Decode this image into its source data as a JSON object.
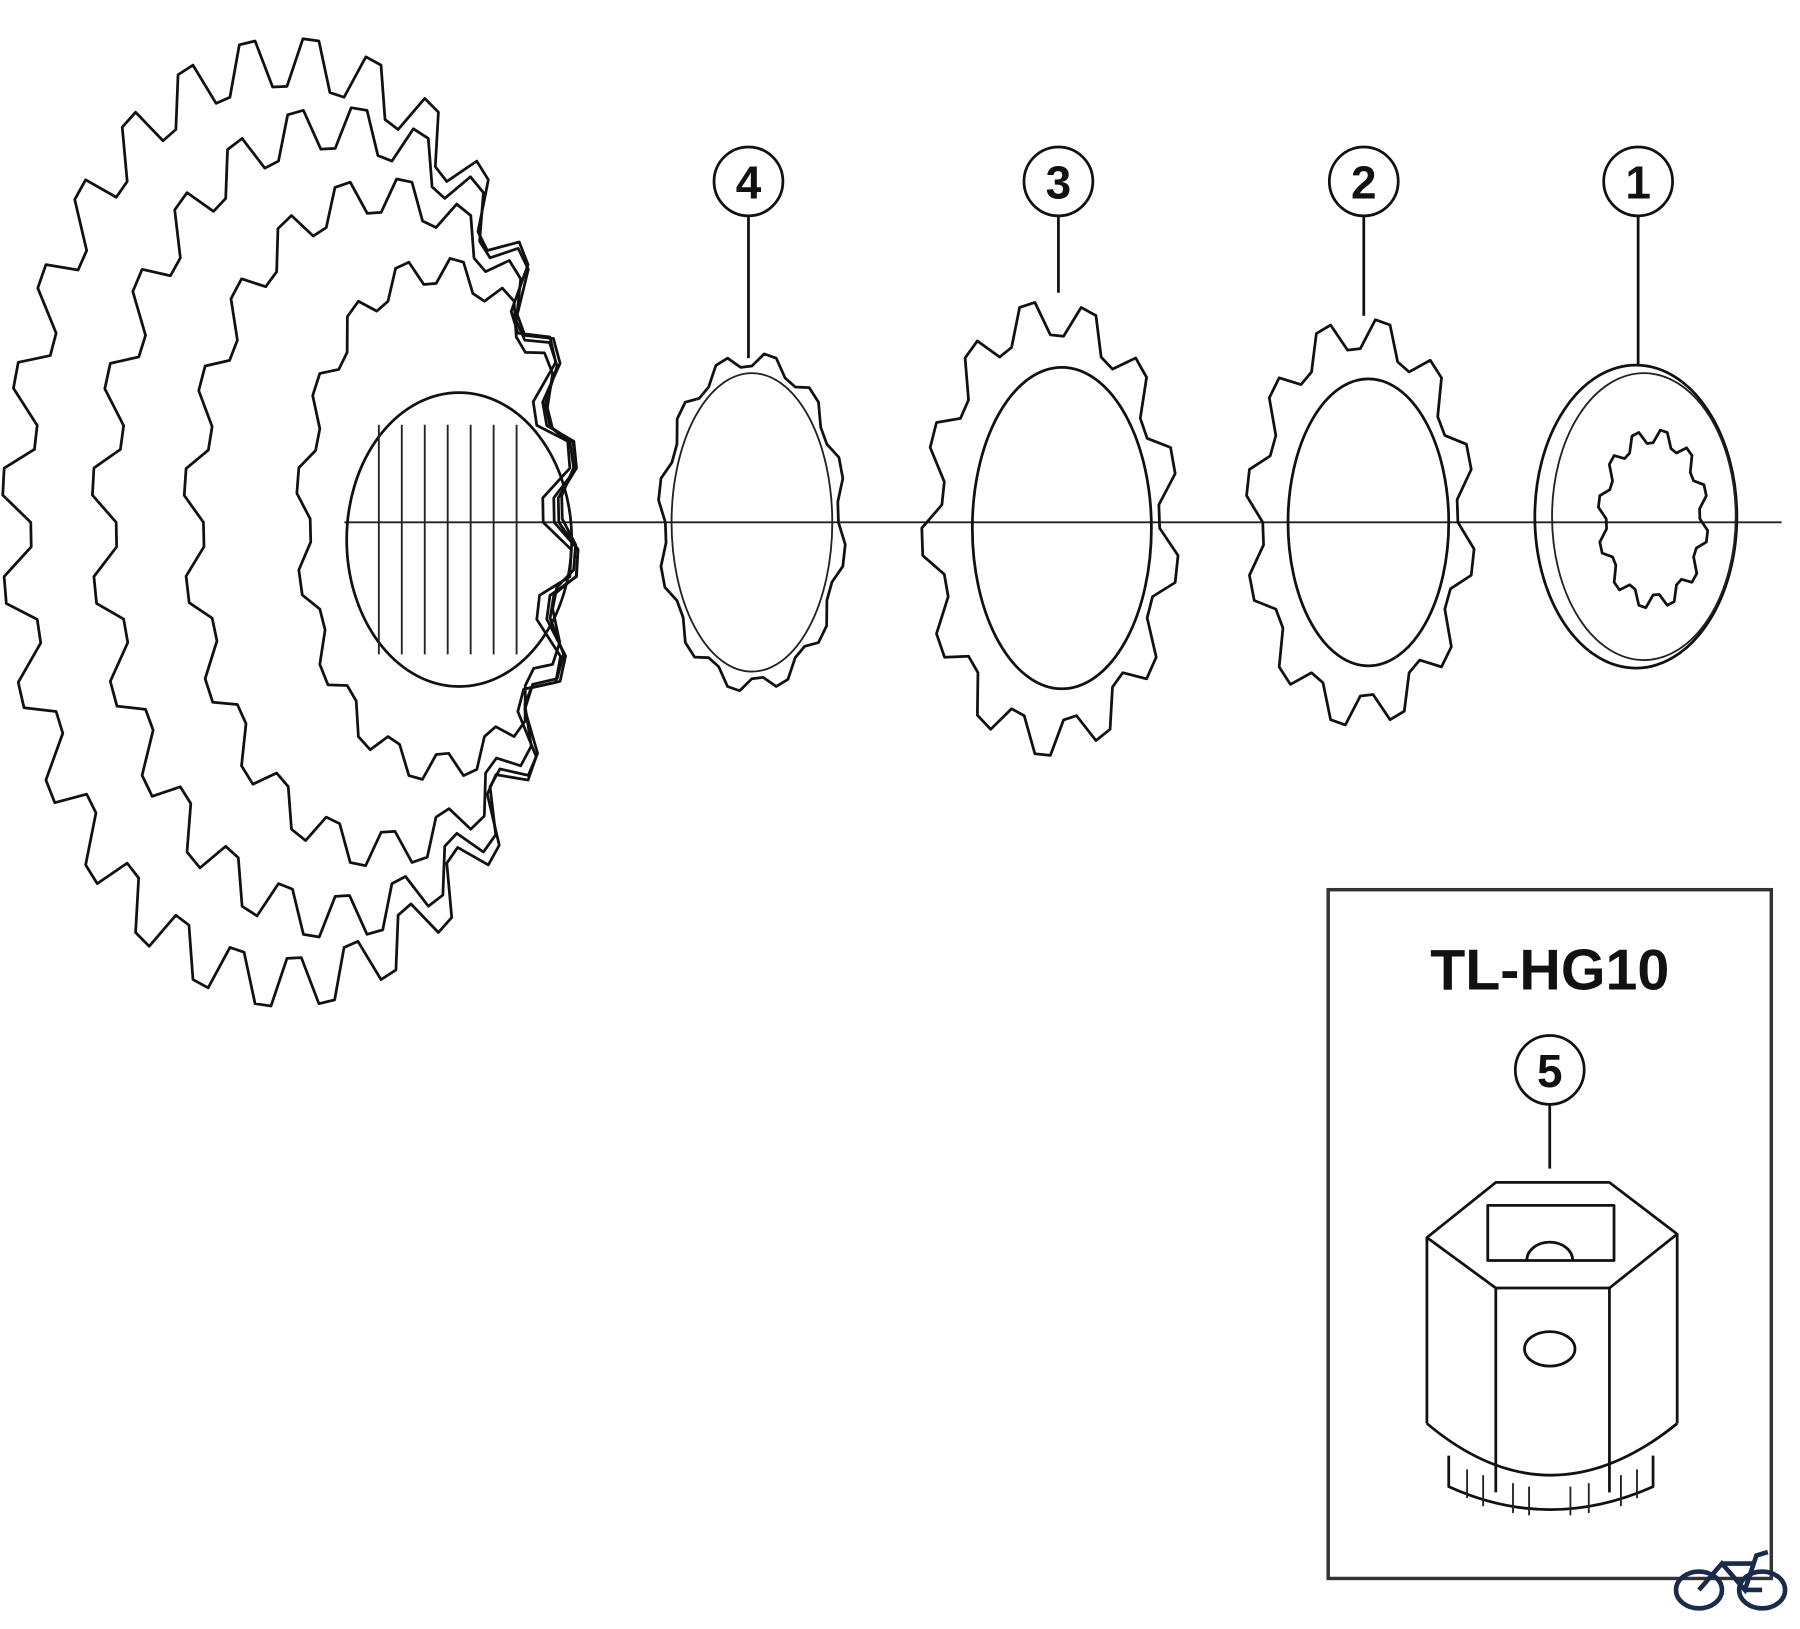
{
  "callouts": [
    {
      "number": "1",
      "part": "lockring"
    },
    {
      "number": "2",
      "part": "sprocket"
    },
    {
      "number": "3",
      "part": "sprocket"
    },
    {
      "number": "4",
      "part": "spacer"
    },
    {
      "number": "5",
      "part": "lockring-tool"
    }
  ],
  "tool_box": {
    "title": "TL-HG10"
  },
  "logo": {
    "icon": "bicycle-icon",
    "color": "#1a2a4a"
  },
  "colors": {
    "line": "#111111",
    "background": "#ffffff"
  }
}
